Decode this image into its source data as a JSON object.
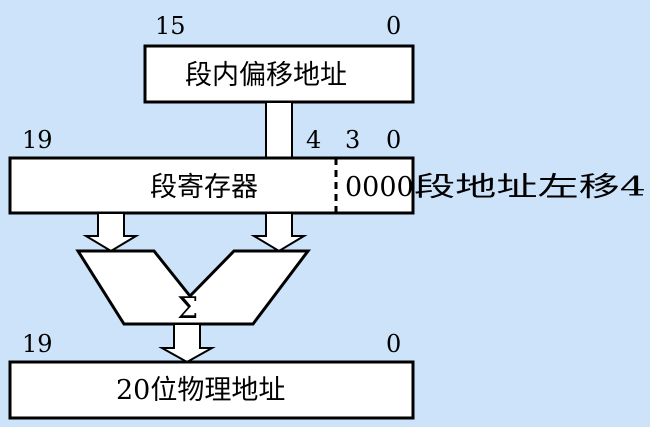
{
  "diagram": {
    "offset_register": {
      "label": "段内偏移地址",
      "bit_high": "15",
      "bit_low": "0"
    },
    "segment_register": {
      "label": "段寄存器",
      "bit_high": "19",
      "bit_4": "4",
      "bit_3": "3",
      "bit_low": "0",
      "shift_bits": "0000",
      "shift_note": "段地址左移4"
    },
    "adder": {
      "symbol": "Σ"
    },
    "physical_address": {
      "label": "20位物理地址",
      "bit_high": "19",
      "bit_low": "0"
    },
    "colors": {
      "background": "#CCE3FA",
      "box_fill": "#FFFFFF",
      "stroke": "#000000"
    }
  }
}
